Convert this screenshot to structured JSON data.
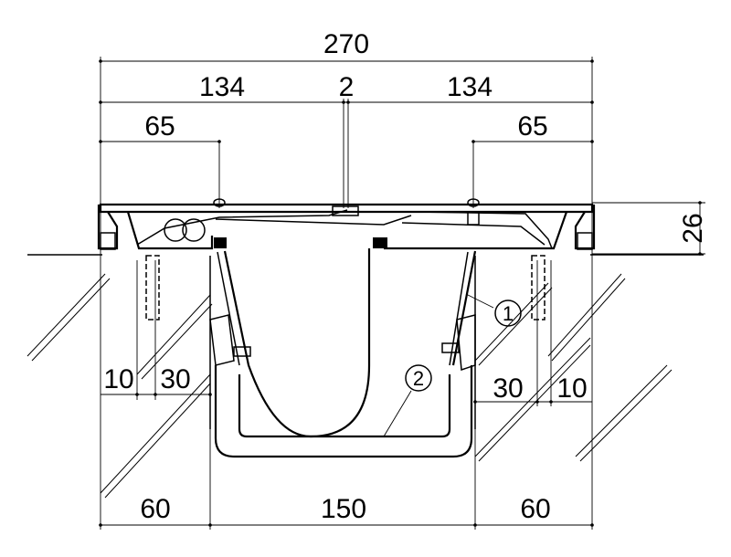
{
  "diagram": {
    "dimensions": {
      "total_width": "270",
      "half_left": "134",
      "gap": "2",
      "half_right": "134",
      "bolt_left": "65",
      "bolt_right": "65",
      "height": "26",
      "edge_left": "10",
      "anchor_left": "30",
      "anchor_right": "30",
      "edge_right": "10",
      "bottom_left": "60",
      "bottom_center": "150",
      "bottom_right": "60"
    },
    "callouts": {
      "item_1": "1",
      "item_2": "2"
    },
    "color": "#000000"
  }
}
